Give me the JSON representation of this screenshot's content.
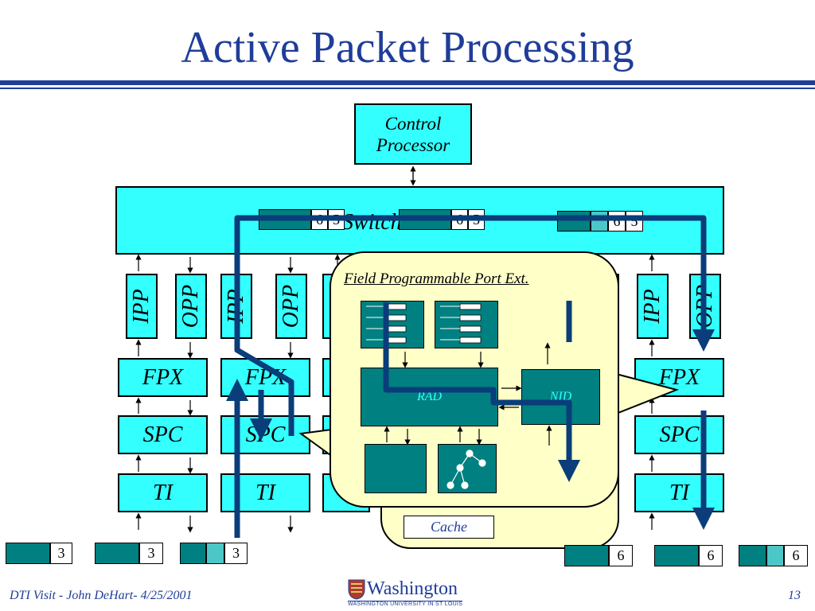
{
  "slide": {
    "title": "Active Packet Processing",
    "page_number": "13",
    "footer": "DTI Visit - John DeHart- 4/25/2001"
  },
  "diagram": {
    "control_processor": "Control Processor",
    "switch": "Switch",
    "port_labels": {
      "ipp": "IPP",
      "opp": "OPP",
      "fpx": "FPX",
      "spc": "SPC",
      "ti": "TI"
    },
    "callout": {
      "title": "Field Programmable Port Ext.",
      "rad": "RAD",
      "nid": "NID",
      "cache": "Cache"
    },
    "packets_switch": [
      {
        "fields": [
          "6",
          "5"
        ],
        "segmented": false
      },
      {
        "fields": [
          "6",
          "5"
        ],
        "segmented": false
      },
      {
        "fields": [
          "6",
          "5"
        ],
        "segmented": true
      }
    ],
    "packets_in": [
      {
        "field": "3",
        "segmented": false
      },
      {
        "field": "3",
        "segmented": false
      },
      {
        "field": "3",
        "segmented": true
      }
    ],
    "packets_out": [
      {
        "field": "6",
        "segmented": false
      },
      {
        "field": "6",
        "segmented": false
      },
      {
        "field": "6",
        "segmented": true
      }
    ]
  },
  "logo": {
    "name": "Washington",
    "subtitle": "WASHINGTON UNIVERSITY IN ST LOUIS"
  },
  "colors": {
    "title": "#1f3d99",
    "component_fill": "#33ffff",
    "packet_fill": "#008080",
    "path": "#0a3d7a",
    "callout_fill": "#ffffc8"
  }
}
